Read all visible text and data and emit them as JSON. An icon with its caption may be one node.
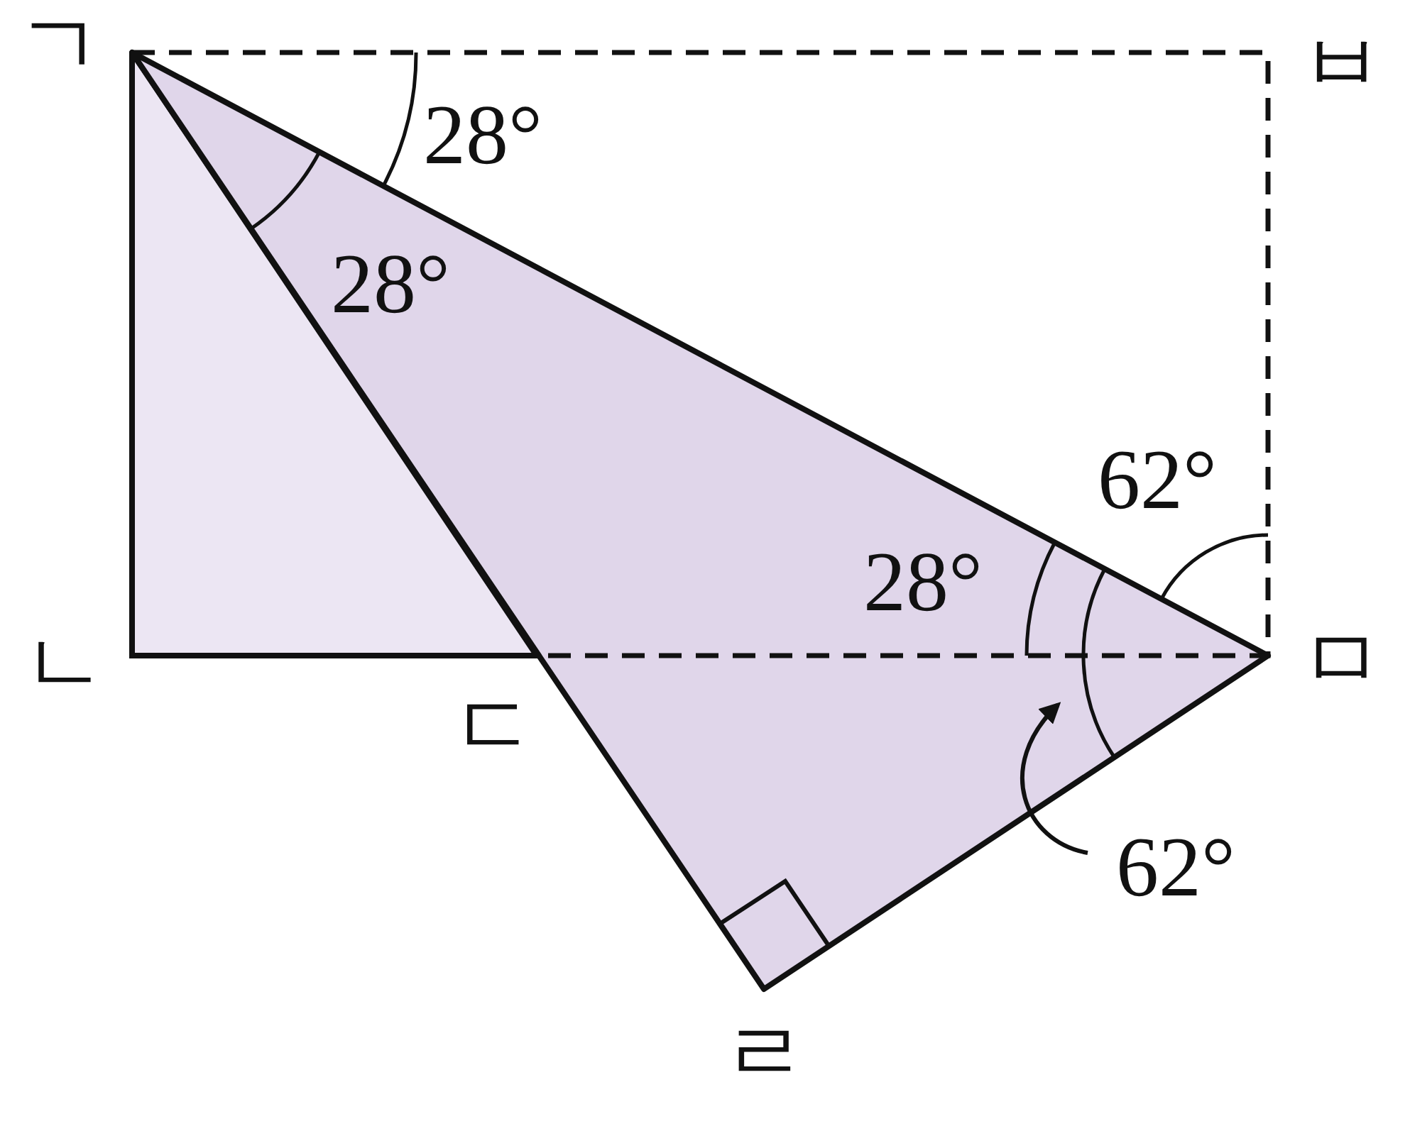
{
  "diagram": {
    "nodes": [
      {
        "text": [
          "62°"
        ]
      },
      {
        "text": [],
        "shape": "arc"
      }
    ],
    "edges": [
      {
        "from": 0,
        "to": 1,
        "arrow": "to"
      }
    ],
    "labels": [
      "ㄱ",
      "ㅂ",
      "28°",
      "28°",
      "62°",
      "28°",
      "ㄴ",
      "ㅁ",
      "ㄷ",
      "ㄹ"
    ]
  }
}
